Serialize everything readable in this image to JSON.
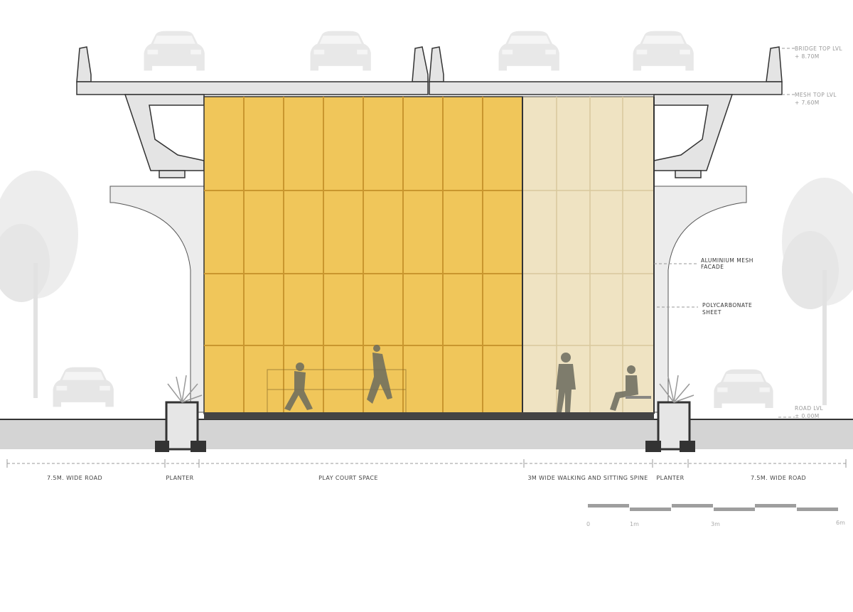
{
  "title": "Section through flyover play court",
  "levels": [
    {
      "name": "BRIDGE TOP LVL",
      "value": "+ 8.70M"
    },
    {
      "name": "MESH TOP LVL",
      "value": "+ 7.60M"
    },
    {
      "name": "ROAD LVL",
      "value": "± 0.00M"
    }
  ],
  "annotations": [
    {
      "line1": "ALUMINIUM MESH",
      "line2": "FACADE"
    },
    {
      "line1": "POLYCARBONATE",
      "line2": "SHEET"
    }
  ],
  "zones": [
    "7.5M. WIDE ROAD",
    "PLANTER",
    "PLAY COURT SPACE",
    "3M WIDE WALKING AND SITTING SPINE",
    "PLANTER",
    "7.5M. WIDE ROAD"
  ],
  "scale_bar": {
    "labels": [
      "0",
      "1m",
      "3m",
      "6m"
    ]
  },
  "colors": {
    "mesh": "#f0c65a",
    "spine": "#efe3c2",
    "concrete": "#e4e4e4",
    "ground": "#d2d2d2",
    "structure": "#333333"
  }
}
